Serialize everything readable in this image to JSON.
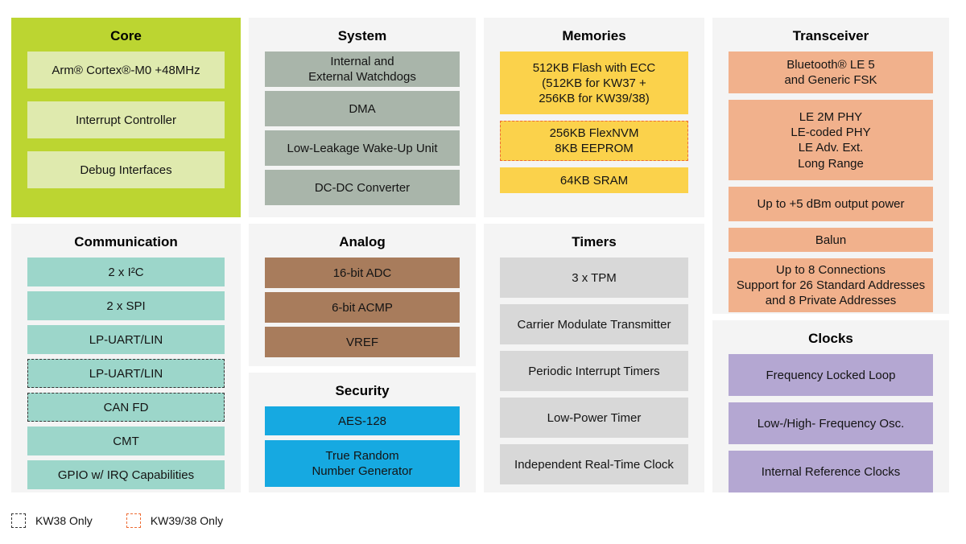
{
  "colors": {
    "section_bg": "#f4f4f4",
    "core_bg": "#bcd531",
    "core_item": "#dfeaae",
    "communication_item": "#9cd6ca",
    "system_item": "#a9b5aa",
    "analog_item": "#a87c5c",
    "security_item": "#16a9e1",
    "memories_item": "#fbd24b",
    "timers_item": "#d8d8d8",
    "transceiver_item": "#f1b18c",
    "clocks_item": "#b4a7d2",
    "kw38_dash": "#333333",
    "kw39_dash": "#ee6b33"
  },
  "sections": {
    "core": {
      "title": "Core",
      "items": [
        "Arm® Cortex®-M0 +48MHz",
        "Interrupt Controller",
        "Debug Interfaces"
      ]
    },
    "communication": {
      "title": "Communication",
      "items": [
        "2 x I²C",
        "2 x SPI",
        "LP-UART/LIN",
        "LP-UART/LIN",
        "CAN FD",
        "CMT",
        "GPIO w/ IRQ Capabilities"
      ]
    },
    "system": {
      "title": "System",
      "items": [
        "Internal and\nExternal Watchdogs",
        "DMA",
        "Low-Leakage Wake-Up Unit",
        "DC-DC Converter"
      ]
    },
    "analog": {
      "title": "Analog",
      "items": [
        "16-bit ADC",
        "6-bit ACMP",
        "VREF"
      ]
    },
    "security": {
      "title": "Security",
      "items": [
        "AES-128",
        "True Random\nNumber Generator"
      ]
    },
    "memories": {
      "title": "Memories",
      "items": [
        "512KB Flash with ECC\n(512KB for KW37 +\n256KB for KW39/38)",
        "256KB FlexNVM\n8KB EEPROM",
        "64KB SRAM"
      ]
    },
    "timers": {
      "title": "Timers",
      "items": [
        "3 x TPM",
        "Carrier Modulate Transmitter",
        "Periodic Interrupt Timers",
        "Low-Power Timer",
        "Independent Real-Time Clock"
      ]
    },
    "transceiver": {
      "title": "Transceiver",
      "items": [
        "Bluetooth® LE 5\nand Generic FSK",
        "LE 2M PHY\nLE-coded PHY\nLE Adv. Ext.\nLong Range",
        "Up to +5 dBm output power",
        "Balun",
        "Up to 8 Connections\nSupport for 26 Standard Addresses\nand 8 Private Addresses"
      ]
    },
    "clocks": {
      "title": "Clocks",
      "items": [
        "Frequency Locked Loop",
        "Low-/High- Frequency Osc.",
        "Internal Reference Clocks"
      ]
    }
  },
  "legend": {
    "kw38": "KW38 Only",
    "kw39": "KW39/38 Only"
  }
}
